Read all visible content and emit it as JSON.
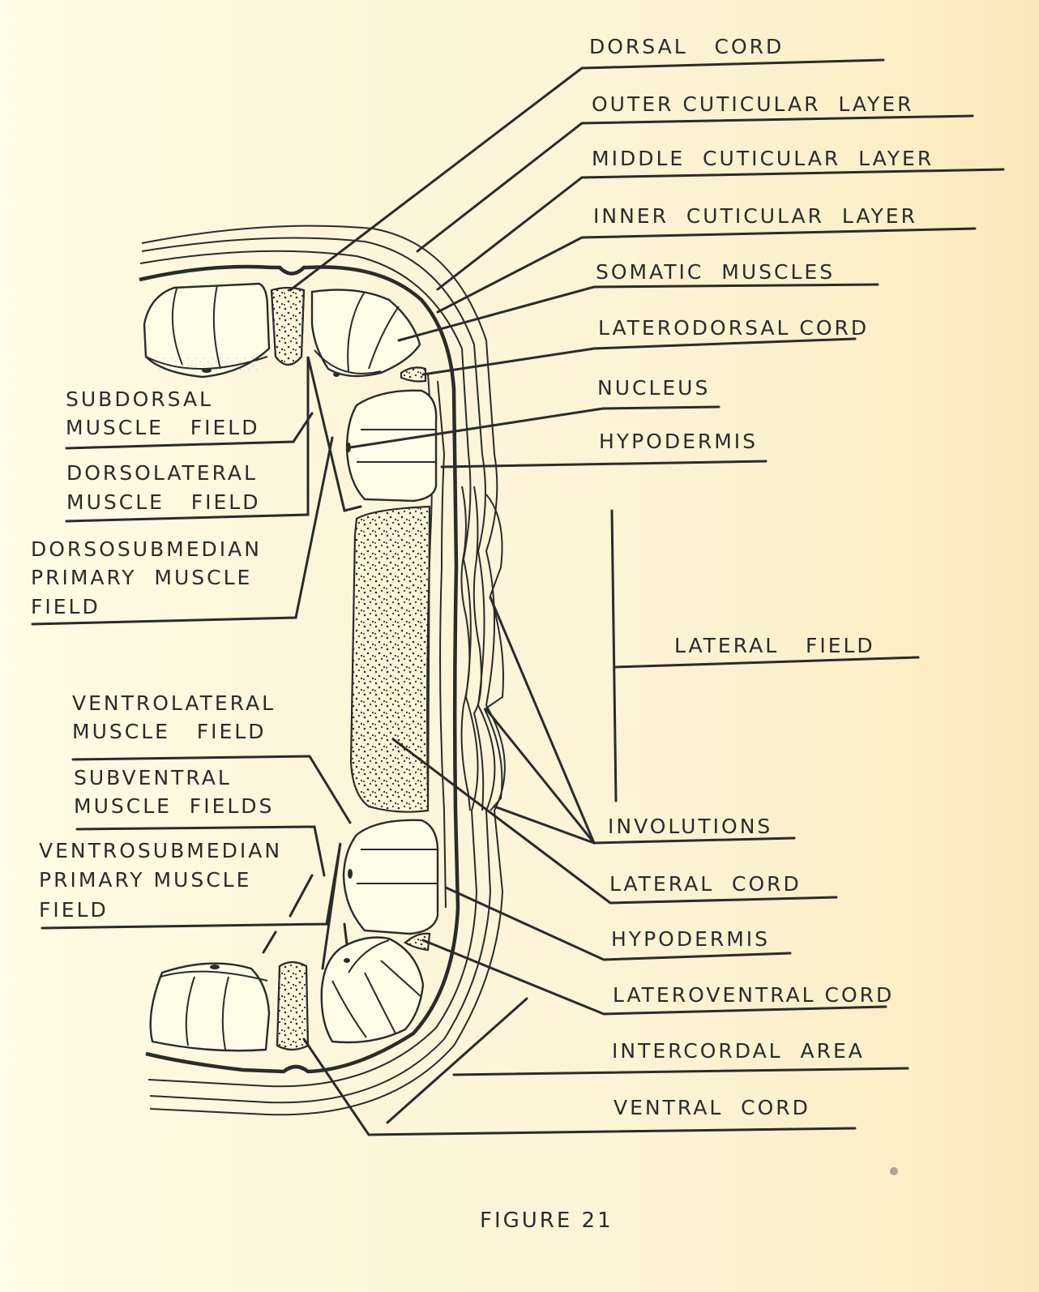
{
  "figure": {
    "caption": "FIGURE 21",
    "background_color": "#fdf6dc",
    "ink_color": "#2b2b2b"
  },
  "labels_right": [
    {
      "id": "dorsal-cord",
      "text": "DORSAL   CORD"
    },
    {
      "id": "outer-cuticular-layer",
      "text": "OUTER CUTICULAR  LAYER"
    },
    {
      "id": "middle-cuticular-layer",
      "text": "MIDDLE  CUTICULAR  LAYER"
    },
    {
      "id": "inner-cuticular-layer",
      "text": "INNER  CUTICULAR  LAYER"
    },
    {
      "id": "somatic-muscles",
      "text": "SOMATIC  MUSCLES"
    },
    {
      "id": "laterodorsal-cord",
      "text": "LATERODORSAL CORD"
    },
    {
      "id": "nucleus",
      "text": "NUCLEUS"
    },
    {
      "id": "hypodermis-upper",
      "text": "HYPODERMIS"
    },
    {
      "id": "lateral-field",
      "text": "LATERAL   FIELD"
    },
    {
      "id": "involutions",
      "text": "INVOLUTIONS"
    },
    {
      "id": "lateral-cord",
      "text": "LATERAL  CORD"
    },
    {
      "id": "hypodermis-lower",
      "text": "HYPODERMIS"
    },
    {
      "id": "lateroventral-cord",
      "text": "LATEROVENTRAL CORD"
    },
    {
      "id": "intercordal-area",
      "text": "INTERCORDAL  AREA"
    },
    {
      "id": "ventral-cord",
      "text": "VENTRAL  CORD"
    }
  ],
  "labels_left": [
    {
      "id": "subdorsal-muscle-field",
      "lines": [
        "SUBDORSAL",
        "MUSCLE   FIELD"
      ]
    },
    {
      "id": "dorsolateral-muscle-field",
      "lines": [
        "DORSOLATERAL",
        "MUSCLE   FIELD"
      ]
    },
    {
      "id": "dorsosubmedian-primary-muscle-field",
      "lines": [
        "DORSOSUBMEDIAN",
        "PRIMARY  MUSCLE",
        "FIELD"
      ]
    },
    {
      "id": "ventrolateral-muscle-field",
      "lines": [
        "VENTROLATERAL",
        "MUSCLE   FIELD"
      ]
    },
    {
      "id": "subventral-muscle-fields",
      "lines": [
        "SUBVENTRAL",
        "MUSCLE  FIELDS"
      ]
    },
    {
      "id": "ventrosubmedian-primary-muscle-field",
      "lines": [
        "VENTROSUBMEDIAN",
        "PRIMARY MUSCLE",
        "FIELD"
      ]
    }
  ]
}
